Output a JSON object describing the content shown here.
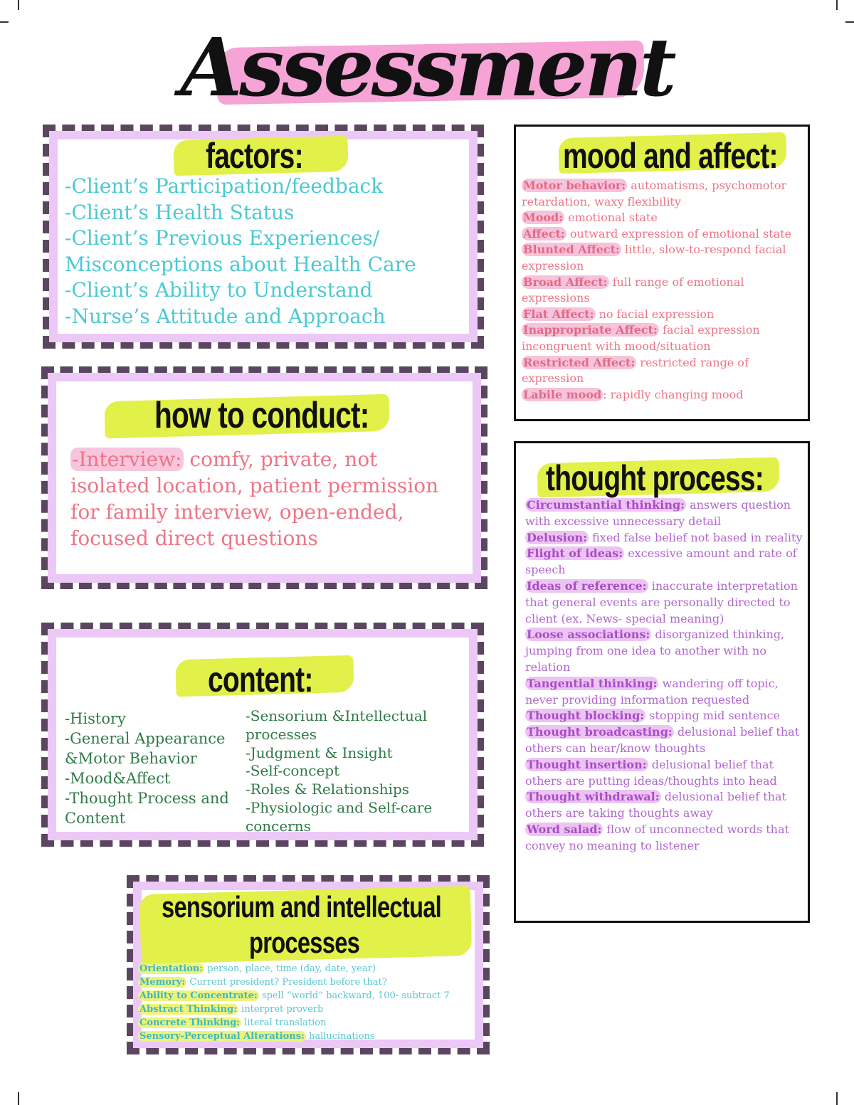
{
  "title": "Assessment",
  "factors": {
    "heading": "factors:",
    "items": [
      "-Client’s Participation/feedback",
      "-Client’s Health Status",
      "-Client’s Previous Experiences/",
      "Misconceptions about Health Care",
      "-Client’s Ability to Understand",
      "-Nurse’s Attitude and Approach"
    ]
  },
  "conduct": {
    "heading": "how to conduct:",
    "term": "-Interview:",
    "lines": [
      " comfy, private, not",
      "isolated location, patient permission",
      "for family interview, open-ended,",
      "focused direct questions"
    ]
  },
  "content": {
    "heading": "content:",
    "left": [
      "-History",
      "-General Appearance",
      "&Motor Behavior",
      "-Mood&Affect",
      "-Thought Process and",
      "Content"
    ],
    "right": [
      "-Sensorium &Intellectual",
      "processes",
      "-Judgment & Insight",
      "-Self-concept",
      "-Roles & Relationships",
      "-Physiologic and Self-care",
      "concerns"
    ]
  },
  "sensorium": {
    "heading_line1": "sensorium and intellectual",
    "heading_line2": "processes",
    "items": [
      {
        "term": "Orientation:",
        "def": " person, place, time (day, date, year)"
      },
      {
        "term": "Memory:",
        "def": " Current president? President before that?"
      },
      {
        "term": "Ability to Concentrate:",
        "def": " spell “world” backward, 100- subtract 7"
      },
      {
        "term": "Abstract Thinking:",
        "def": " interpret proverb"
      },
      {
        "term": "Concrete Thinking:",
        "def": " literal translation"
      },
      {
        "term": "Sensory-Perceptual Alterations:",
        "def": " hallucinations"
      }
    ]
  },
  "mood": {
    "heading": "mood and affect:",
    "items": [
      {
        "term": "Motor behavior:",
        "def": " automatisms, psychomotor retardation, waxy flexibility"
      },
      {
        "term": "Mood:",
        "def": " emotional state"
      },
      {
        "term": "Affect:",
        "def": " outward expression of emotional state"
      },
      {
        "term": "Blunted Affect:",
        "def": " little, slow-to-respond facial expression"
      },
      {
        "term": "Broad Affect:",
        "def": " full range of emotional expressions"
      },
      {
        "term": "Flat Affect:",
        "def": " no facial expression"
      },
      {
        "term": "Inappropriate Affect:",
        "def": " facial expression incongruent with mood/situation"
      },
      {
        "term": "Restricted Affect:",
        "def": " restricted range of expression"
      },
      {
        "term": "Labile mood",
        "def": ": rapidly changing mood"
      }
    ]
  },
  "thought": {
    "heading": "thought process:",
    "items": [
      {
        "term": "Circumstantial thinking:",
        "def": " answers question with excessive unnecessary detail"
      },
      {
        "term": "Delusion:",
        "def": " fixed false belief not based in reality"
      },
      {
        "term": "Flight of ideas:",
        "def": " excessive amount and rate of speech"
      },
      {
        "term": "Ideas of reference:",
        "def": " inaccurate interpretation that general events are personally directed to client (ex. News- special meaning)"
      },
      {
        "term": "Loose associations:",
        "def": " disorganized thinking, jumping from one idea to another with no relation"
      },
      {
        "term": "Tangential thinking:",
        "def": " wandering off topic, never providing information requested"
      },
      {
        "term": "Thought blocking:",
        "def": " stopping mid sentence"
      },
      {
        "term": "Thought broadcasting:",
        "def": " delusional belief that others can hear/know thoughts"
      },
      {
        "term": "Thought insertion:",
        "def": " delusional belief that others are putting ideas/thoughts into head"
      },
      {
        "term": "Thought withdrawal:",
        "def": " delusional belief that others are taking thoughts away"
      },
      {
        "term": "Word salad:",
        "def": " flow of unconnected words that convey no meaning to listener"
      }
    ]
  },
  "colors": {
    "cyan": "#4cc9d3",
    "pink": "#ef7486",
    "green": "#2f7a48",
    "purple": "#b266cf",
    "highlight_yellow": "#e2f04a",
    "highlight_pink": "#f6a3d6"
  }
}
